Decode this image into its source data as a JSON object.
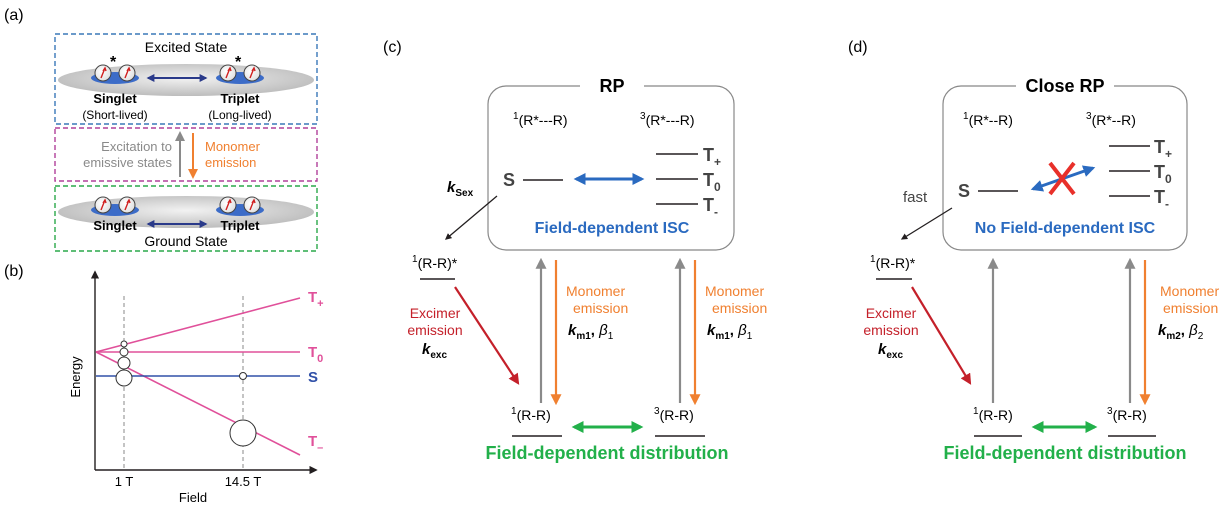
{
  "panel_labels": {
    "a": "(a)",
    "b": "(b)",
    "c": "(c)",
    "d": "(d)"
  },
  "panel_a": {
    "excited_state": "Excited State",
    "ground_state": "Ground State",
    "singlet": "Singlet",
    "triplet": "Triplet",
    "short_lived": "(Short-lived)",
    "long_lived": "(Long-lived)",
    "excitation_line1": "Excitation to",
    "excitation_line2": "emissive states",
    "monomer_line1": "Monomer",
    "monomer_line2": "emission",
    "star": "*"
  },
  "panel_b": {
    "y_label": "Energy",
    "x_label": "Field",
    "tick_1": "1 T",
    "tick_2": "14.5 T",
    "level_tplus": "T",
    "level_tplus_sub": "+",
    "level_t0": "T",
    "level_t0_sub": "0",
    "level_s": "S",
    "level_tminus": "T",
    "level_tminus_sub": "–"
  },
  "panel_c": {
    "box_title": "RP",
    "singlet_rp": "(R*---R)",
    "triplet_rp": "(R*---R)",
    "sup1": "1",
    "sup3": "3",
    "s_label": "S",
    "t_label": "T",
    "sub_plus": "+",
    "sub_zero": "0",
    "sub_minus": "-",
    "isc": "Field-dependent ISC",
    "k_sex": "k",
    "k_sex_sub": "Sex",
    "excimer_state": "(R-R)*",
    "excimer_line1": "Excimer",
    "excimer_line2": "emission",
    "k_exc": "k",
    "k_exc_sub": "exc",
    "monomer_line1": "Monomer",
    "monomer_line2": "emission",
    "k_m": "k",
    "k_m_sub": "m1",
    "beta": "β",
    "beta_sub": "1",
    "ground_singlet": "(R-R)",
    "ground_triplet": "(R-R)",
    "distribution": "Field-dependent distribution"
  },
  "panel_d": {
    "box_title": "Close RP",
    "singlet_rp": "(R*--R)",
    "triplet_rp": "(R*--R)",
    "sup1": "1",
    "sup3": "3",
    "s_label": "S",
    "t_label": "T",
    "sub_plus": "+",
    "sub_zero": "0",
    "sub_minus": "-",
    "isc": "No Field-dependent ISC",
    "fast": "fast",
    "excimer_state": "(R-R)*",
    "excimer_line1": "Excimer",
    "excimer_line2": "emission",
    "k_exc": "k",
    "k_exc_sub": "exc",
    "monomer_line1": "Monomer",
    "monomer_line2": "emission",
    "k_m": "k",
    "k_m_sub": "m2",
    "beta": "β",
    "beta_sub": "2",
    "ground_singlet": "(R-R)",
    "ground_triplet": "(R-R)",
    "distribution": "Field-dependent distribution"
  },
  "colors": {
    "blue_box": "#3a78b8",
    "magenta_box": "#b0409a",
    "green_box": "#2aa84a",
    "pink_level": "#e0509a",
    "blue_level": "#3050a8",
    "blue_arrow": "#2a6ac0",
    "green_arrow": "#22b04a",
    "orange": "#f08030",
    "gray": "#8a8a8a",
    "red": "#c4202a",
    "red_cross": "#e8302a"
  }
}
